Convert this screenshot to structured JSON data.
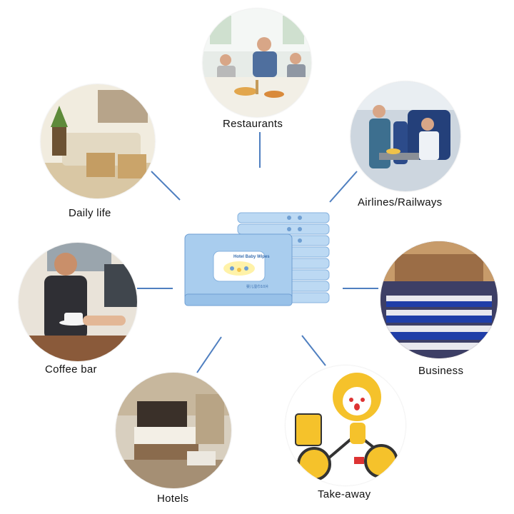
{
  "center_product": {
    "icon": "baby-wipes-pack-icon",
    "pack_title": "Hotel Baby Wipes",
    "pack_chinese": "婴儿湿巾",
    "pack_count": "10片"
  },
  "scenes": [
    {
      "id": "restaurants",
      "label": "Restaurants",
      "icon": "dining-scene-icon"
    },
    {
      "id": "airlines-railways",
      "label": "Airlines/Railways",
      "icon": "airplane-cabin-icon"
    },
    {
      "id": "business",
      "label": "Business",
      "icon": "conference-hall-icon"
    },
    {
      "id": "take-away",
      "label": "Take-away",
      "icon": "delivery-bike-icon"
    },
    {
      "id": "hotels",
      "label": "Hotels",
      "icon": "hotel-room-icon"
    },
    {
      "id": "coffee-bar",
      "label": "Coffee bar",
      "icon": "coffee-cup-icon"
    },
    {
      "id": "daily-life",
      "label": "Daily life",
      "icon": "living-room-icon"
    }
  ],
  "colors": {
    "connector": "#4f7fc0",
    "pack_blue": "#a9cdee",
    "pack_dark": "#6f9fd3",
    "text": "#111111"
  }
}
